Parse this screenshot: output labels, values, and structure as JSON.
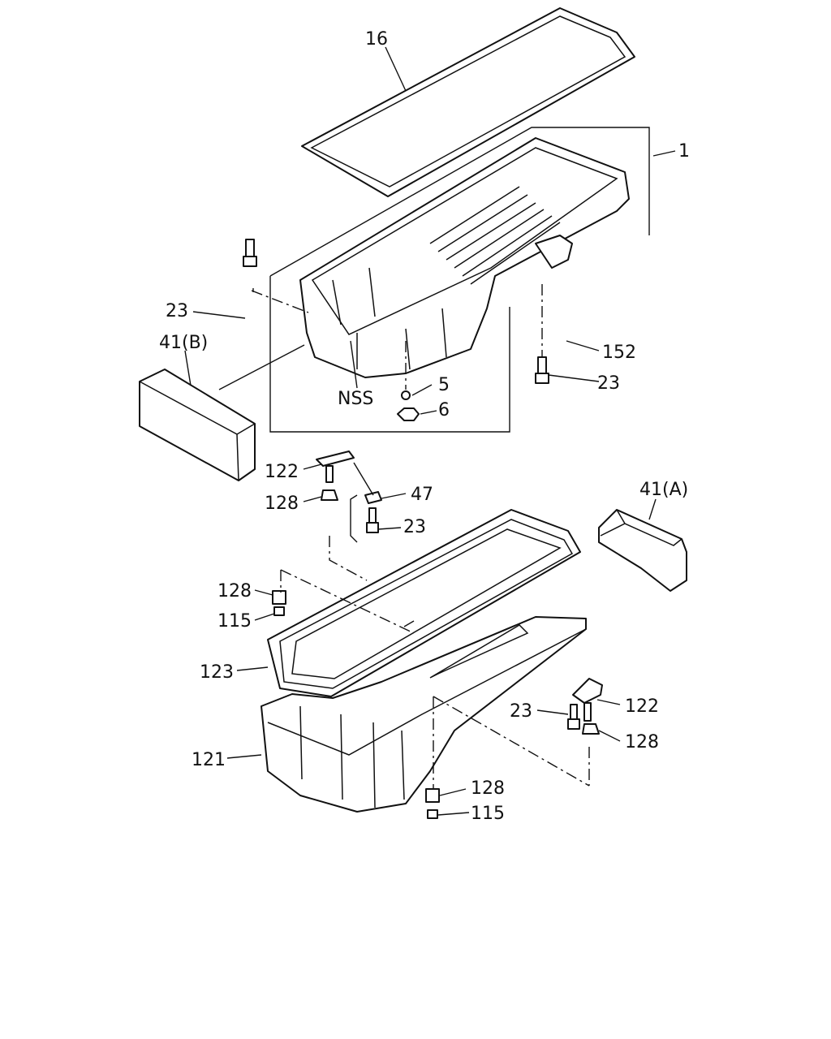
{
  "callouts": {
    "c16": "16",
    "c1": "1",
    "c23a": "23",
    "c41b": "41(B)",
    "c152": "152",
    "c23b": "23",
    "c5": "5",
    "cnss": "NSS",
    "c6": "6",
    "c122a": "122",
    "c128a": "128",
    "c47": "47",
    "c23c": "23",
    "c41a": "41(A)",
    "c128b": "128",
    "c115a": "115",
    "c123": "123",
    "c23d": "23",
    "c122b": "122",
    "c128c": "128",
    "c121": "121",
    "c128d": "128",
    "c115b": "115"
  }
}
